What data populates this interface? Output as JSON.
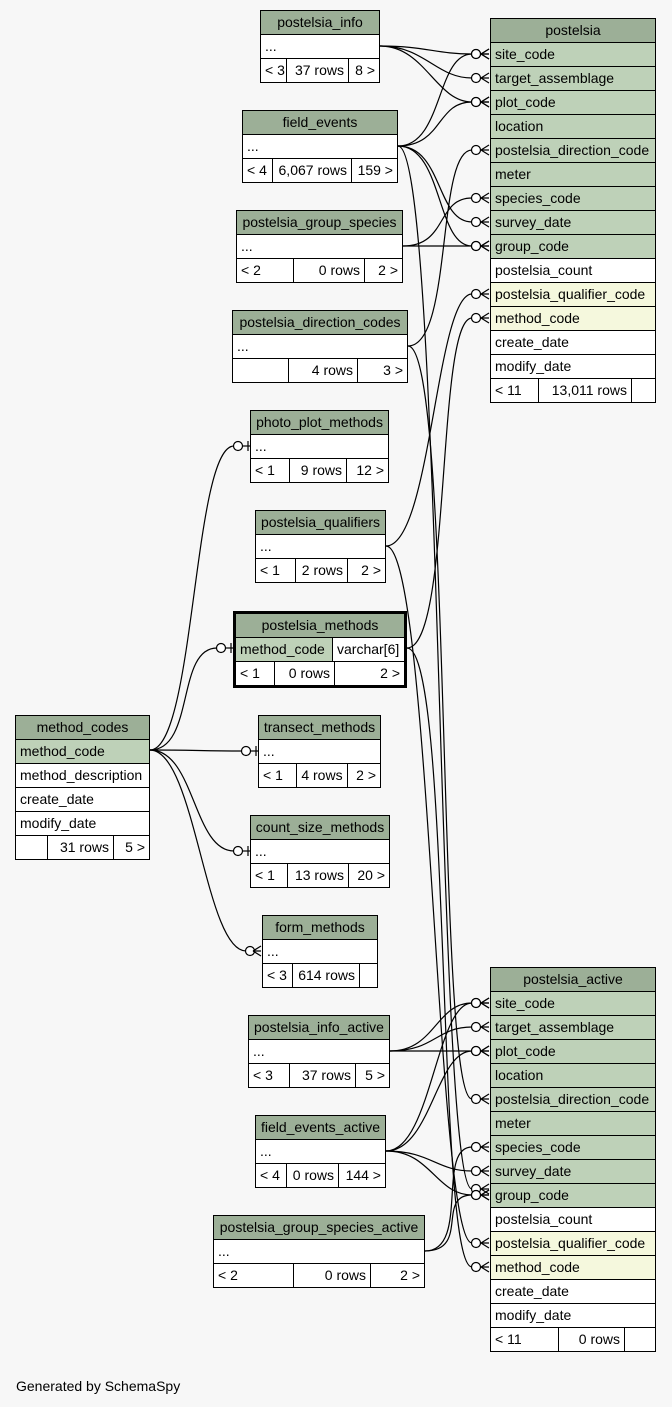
{
  "generated_by": "Generated by SchemaSpy",
  "tables": {
    "postelsia_info": {
      "name": "postelsia_info",
      "body": "...",
      "left": "< 3",
      "rows": "37 rows",
      "right": "8 >"
    },
    "field_events": {
      "name": "field_events",
      "body": "...",
      "left": "< 4",
      "rows": "6,067 rows",
      "right": "159 >"
    },
    "postelsia_group_species": {
      "name": "postelsia_group_species",
      "body": "...",
      "left": "< 2",
      "rows": "0 rows",
      "right": "2 >"
    },
    "postelsia_direction_codes": {
      "name": "postelsia_direction_codes",
      "body": "...",
      "left": "",
      "rows": "4 rows",
      "right": "3 >"
    },
    "photo_plot_methods": {
      "name": "photo_plot_methods",
      "body": "...",
      "left": "< 1",
      "rows": "9 rows",
      "right": "12 >"
    },
    "postelsia_qualifiers": {
      "name": "postelsia_qualifiers",
      "body": "...",
      "left": "< 1",
      "rows": "2 rows",
      "right": "2 >"
    },
    "postelsia_methods": {
      "name": "postelsia_methods",
      "col": "method_code",
      "type": "varchar[6]",
      "left": "< 1",
      "rows": "0 rows",
      "right": "2 >"
    },
    "transect_methods": {
      "name": "transect_methods",
      "body": "...",
      "left": "< 1",
      "rows": "4 rows",
      "right": "2 >"
    },
    "count_size_methods": {
      "name": "count_size_methods",
      "body": "...",
      "left": "< 1",
      "rows": "13 rows",
      "right": "20 >"
    },
    "form_methods": {
      "name": "form_methods",
      "body": "...",
      "left": "< 3",
      "rows": "614 rows",
      "right": ""
    },
    "postelsia_info_active": {
      "name": "postelsia_info_active",
      "body": "...",
      "left": "< 3",
      "rows": "37 rows",
      "right": "5 >"
    },
    "field_events_active": {
      "name": "field_events_active",
      "body": "...",
      "left": "< 4",
      "rows": "0 rows",
      "right": "144 >"
    },
    "postelsia_group_species_active": {
      "name": "postelsia_group_species_active",
      "body": "...",
      "left": "< 2",
      "rows": "0 rows",
      "right": "2 >"
    },
    "method_codes": {
      "name": "method_codes",
      "columns": [
        "method_code",
        "method_description",
        "create_date",
        "modify_date"
      ],
      "left": "",
      "rows": "31 rows",
      "right": "5 >"
    },
    "postelsia": {
      "name": "postelsia",
      "columns": [
        "site_code",
        "target_assemblage",
        "plot_code",
        "location",
        "postelsia_direction_code",
        "meter",
        "species_code",
        "survey_date",
        "group_code",
        "postelsia_count",
        "postelsia_qualifier_code",
        "method_code",
        "create_date",
        "modify_date"
      ],
      "left": "< 11",
      "rows": "13,011 rows",
      "right": ""
    },
    "postelsia_active": {
      "name": "postelsia_active",
      "columns": [
        "site_code",
        "target_assemblage",
        "plot_code",
        "location",
        "postelsia_direction_code",
        "meter",
        "species_code",
        "survey_date",
        "group_code",
        "postelsia_count",
        "postelsia_qualifier_code",
        "method_code",
        "create_date",
        "modify_date"
      ],
      "left": "< 11",
      "rows": "0 rows",
      "right": ""
    }
  },
  "colors": {
    "header": "#9caf97",
    "key_column": "#bed1b8",
    "indexed_column": "#f5f8dd",
    "background": "#f7f7f7"
  }
}
